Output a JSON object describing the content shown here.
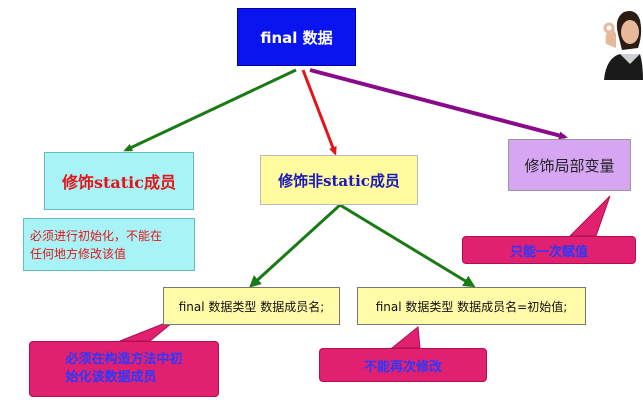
{
  "nodes": {
    "root": "final  数据",
    "static_member": "修饰static成员",
    "nonstatic_member": "修饰非static成员",
    "local_var": "修饰局部变量",
    "decl_no_init": "final 数据类型 数据成员名;",
    "decl_with_init": "final 数据类型 数据成员名=初始值;"
  },
  "notes": {
    "static_note_line1": "必须进行初始化，不能在",
    "static_note_line2": "任何地方修改该值",
    "local_note": "只能一次赋值",
    "ctor_note_line1": "必须在构造方法中初",
    "ctor_note_line2": "始化该数据成员",
    "nochange_note": "不能再次修改"
  },
  "colors": {
    "root_fill": "#0a14f0",
    "static_fill": "#a7f3f5",
    "nonstatic_fill": "#fffb9e",
    "local_fill": "#d6a6f2",
    "callout_fill": "#e1206f",
    "arrow_green": "#1a7a14",
    "arrow_red": "#e3151b",
    "arrow_purple": "#8a0a8a"
  }
}
